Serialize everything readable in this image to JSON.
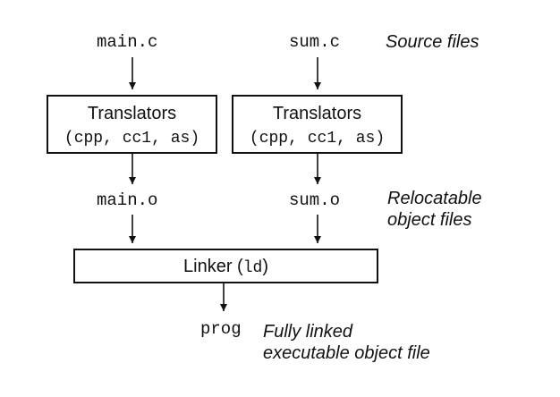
{
  "files": {
    "source_left": "main.c",
    "source_right": "sum.c",
    "object_left": "main.o",
    "object_right": "sum.o",
    "output": "prog"
  },
  "translators": {
    "title": "Translators",
    "tools_open": "(",
    "tools": "cpp, cc1, as",
    "tools_close": ")"
  },
  "linker": {
    "title": "Linker (",
    "tool": "ld",
    "close": ")"
  },
  "annotations": {
    "source_files": "Source files",
    "relocatable_line1": "Relocatable",
    "relocatable_line2": "object files",
    "linked_line1": "Fully linked",
    "linked_line2": "executable object file"
  },
  "colors": {
    "ink": "#111111",
    "background": "#ffffff"
  }
}
